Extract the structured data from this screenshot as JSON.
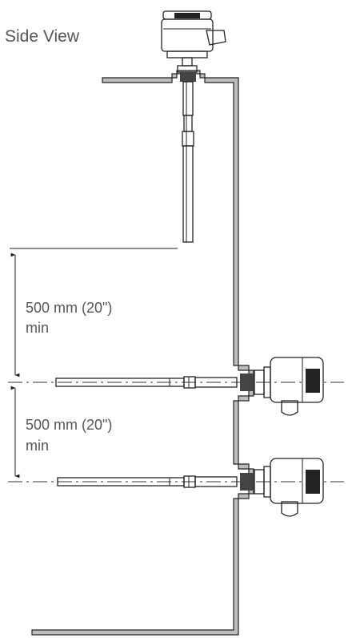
{
  "title": "Side View",
  "dimensions": [
    {
      "value": "500 mm (20\")",
      "qualifier": "min"
    },
    {
      "value": "500 mm (20\")",
      "qualifier": "min"
    }
  ],
  "colors": {
    "line": "#222222",
    "wall_fill": "#bdbdbd",
    "text": "#555555"
  }
}
